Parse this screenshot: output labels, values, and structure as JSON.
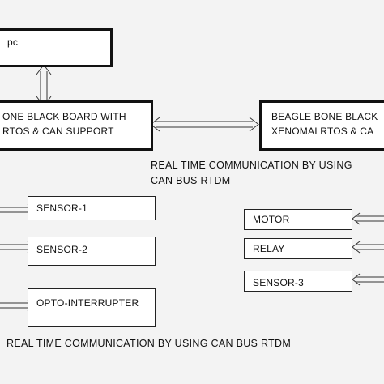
{
  "pc": {
    "label": "pc"
  },
  "board_left": {
    "line1": "ONE BLACK BOARD WITH",
    "line2": "RTOS & CAN SUPPORT"
  },
  "board_right": {
    "line1": "BEAGLE BONE BLACK",
    "line2": "XENOMAI RTOS & CA"
  },
  "caption_top": {
    "line1": "REAL TIME COMMUNICATION BY USING",
    "line2": "CAN BUS RTDM"
  },
  "caption_bottom": "REAL TIME COMMUNICATION BY USING CAN BUS RTDM",
  "left_devices": [
    "SENSOR-1",
    "SENSOR-2",
    "OPTO-INTERRUPTER"
  ],
  "right_devices": [
    "MOTOR",
    "RELAY",
    "SENSOR-3"
  ]
}
